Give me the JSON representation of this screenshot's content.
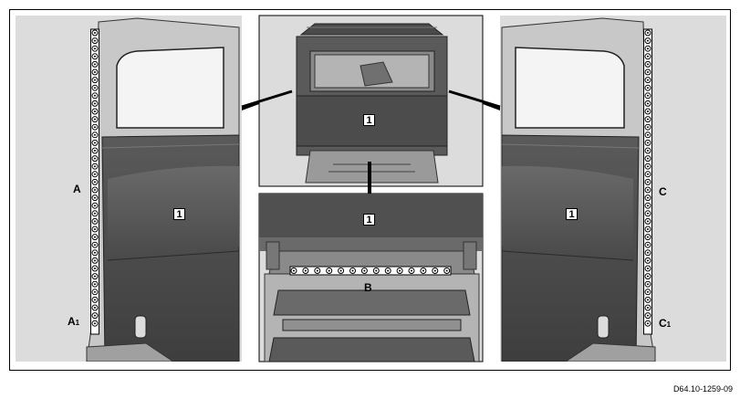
{
  "labels": {
    "part_number": "1",
    "a": "A",
    "a1": "A",
    "a1_sub": "1",
    "b": "B",
    "c": "C",
    "c1": "C",
    "c1_sub": "1"
  },
  "caption": "D64.10-1259-09"
}
